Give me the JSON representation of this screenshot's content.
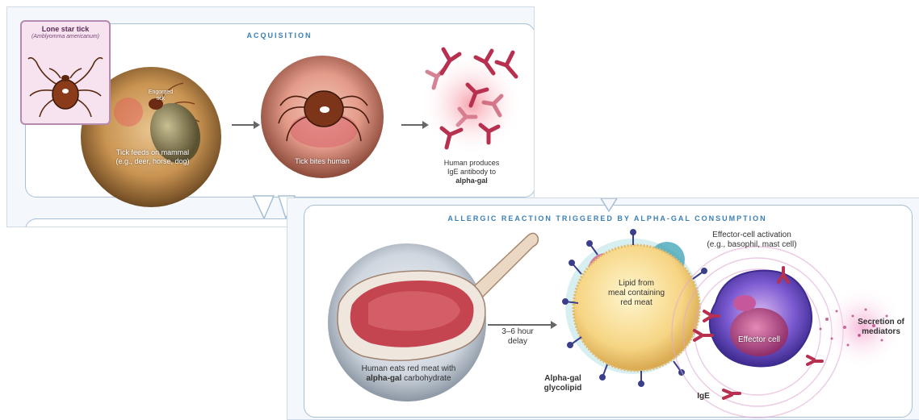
{
  "acquisition": {
    "title": "ACQUISITION",
    "tick_card": {
      "title": "Lone star tick",
      "species": "(Amblyomma americanum)"
    },
    "step1": {
      "inner_label": [
        "Engorged",
        "tick"
      ],
      "caption": [
        "Tick feeds on mammal",
        "(e.g., deer, horse, dog)"
      ]
    },
    "step2": {
      "caption": "Tick bites human"
    },
    "step3": {
      "caption": [
        "Human produces",
        "IgE antibody to"
      ],
      "caption_bold": "alpha-gal"
    }
  },
  "reaction": {
    "title": "ALLERGIC REACTION TRIGGERED BY ALPHA-GAL CONSUMPTION",
    "meat": {
      "caption": "Human eats red meat with",
      "caption_bold": "alpha-gal",
      "caption_rest": " carbohydrate"
    },
    "delay": [
      "3–6 hour",
      "delay"
    ],
    "lipid": [
      "Lipid from",
      "meal containing",
      "red meat"
    ],
    "glycolipid": [
      "Alpha-gal",
      "glycolipid"
    ],
    "effector_activation": [
      "Effector-cell activation",
      "(e.g., basophil, mast cell)"
    ],
    "effector_cell": "Effector cell",
    "ige": "IgE",
    "secretion": [
      "Secretion of",
      "mediators"
    ]
  },
  "colors": {
    "accent_blue": "#3a7fb5",
    "antibody": "#b7304f",
    "frame": "#a9bfd6"
  }
}
